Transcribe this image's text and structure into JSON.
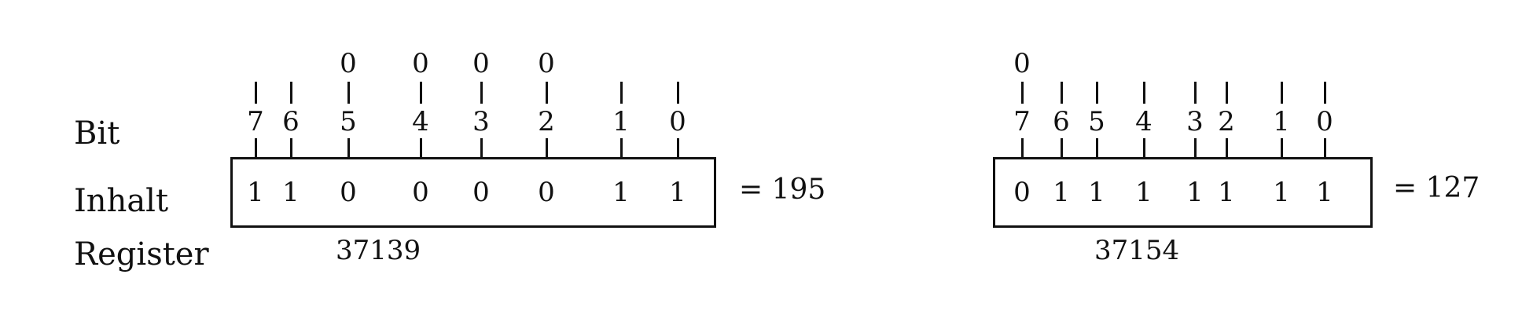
{
  "row_labels": {
    "bit": "Bit",
    "inhalt": "Inhalt",
    "register": "Register"
  },
  "registers": [
    {
      "address": "37139",
      "equals_text": "= 195",
      "bits": [
        "7",
        "6",
        "5",
        "4",
        "3",
        "2",
        "1",
        "0"
      ],
      "top": [
        "",
        "",
        "0",
        "0",
        "0",
        "0",
        "",
        ""
      ],
      "values": [
        "1",
        "1",
        "0",
        "0",
        "0",
        "0",
        "1",
        "1"
      ]
    },
    {
      "address": "37154",
      "equals_text": "= 127",
      "bits": [
        "7",
        "6",
        "5",
        "4",
        "3",
        "2",
        "1",
        "0"
      ],
      "top": [
        "0",
        "",
        "",
        "",
        "",
        "",
        "",
        ""
      ],
      "values": [
        "0",
        "1",
        "1",
        "1",
        "1",
        "1",
        "1",
        "1"
      ]
    }
  ]
}
